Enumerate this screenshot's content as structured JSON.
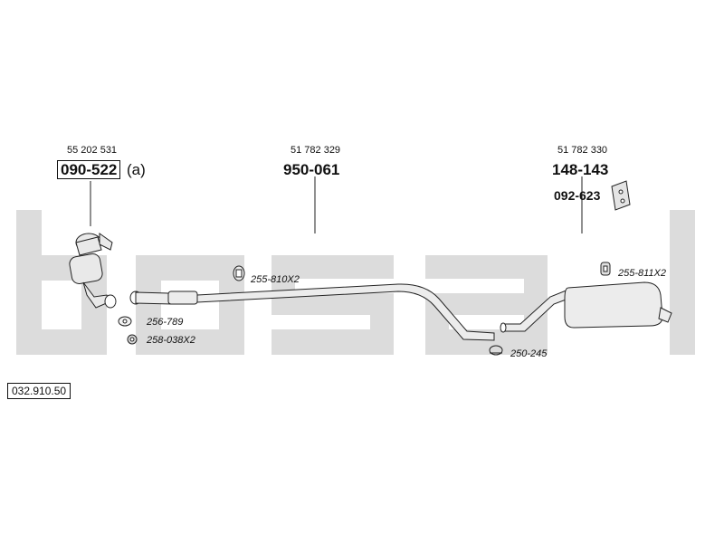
{
  "diagram": {
    "brand": "bosal",
    "colors": {
      "watermark": "#d6d6d6",
      "line": "#222222",
      "part_fill": "#e9e9e9"
    },
    "catalog_code": "032.910.50",
    "parts": [
      {
        "oem": "55 202 531",
        "number": "090-522",
        "suffix": "(a)"
      },
      {
        "oem": "51 782 329",
        "number": "950-061"
      },
      {
        "oem": "51 782 330",
        "number": "148-143",
        "sub_number": "092-623"
      }
    ],
    "accessories": [
      {
        "code": "256-789"
      },
      {
        "code": "258-038X2"
      },
      {
        "code": "255-810X2"
      },
      {
        "code": "255-811X2"
      },
      {
        "code": "250-245"
      }
    ]
  }
}
